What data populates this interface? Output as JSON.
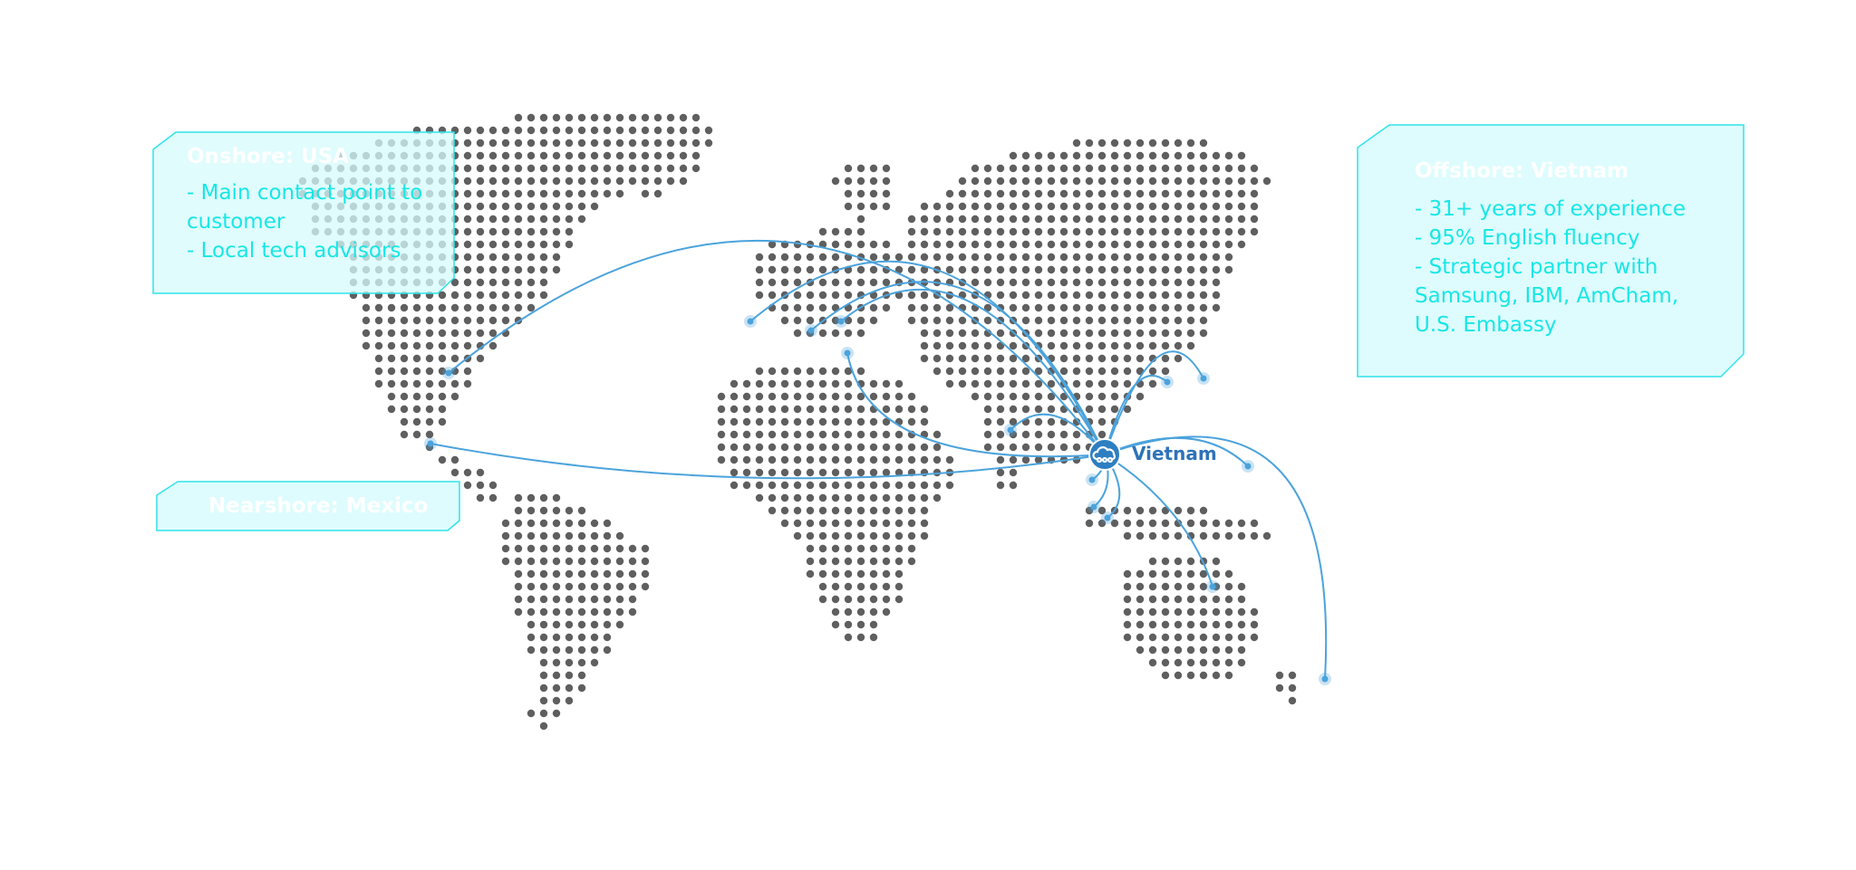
{
  "colors": {
    "dot": "#5f5f5f",
    "route": "#4ba3dc",
    "hub": "#2e7fc1",
    "box_fill": "#d6fbfc",
    "box_stroke": "#2fe3ea",
    "bullet_text": "#19e6e6",
    "title_text": "#ffffff",
    "hub_label_text": "#2e73b8"
  },
  "map": {
    "hub_label": "Vietnam",
    "hub_icon": "cloud-network-icon"
  },
  "callouts": {
    "onshore": {
      "title": "Onshore: USA",
      "bullets": [
        "- Main contact point to customer",
        "- Local tech advisors"
      ]
    },
    "nearshore": {
      "title": "Nearshore: Mexico"
    },
    "offshore": {
      "title": "Offshore: Vietnam",
      "bullets": [
        "- 31+ years of experience",
        "- 95% English fluency",
        "- Strategic partner with Samsung, IBM, AmCham, U.S. Embassy"
      ]
    }
  }
}
